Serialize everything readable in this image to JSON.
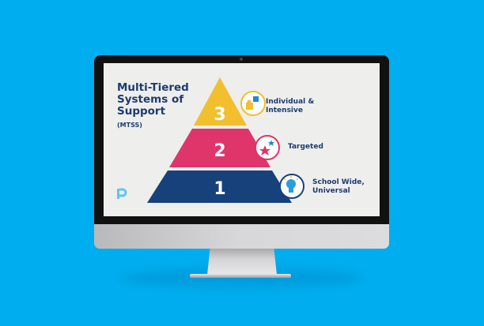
{
  "diagram": {
    "title": "Multi-Tiered Systems of Support",
    "abbreviation": "(MTSS)",
    "tiers": [
      {
        "number": "3",
        "label_line1": "Individual &",
        "label_line2": "Intensive",
        "color": "#f2bf2f",
        "icon": "puzzle-icon"
      },
      {
        "number": "2",
        "label_line1": "Targeted",
        "label_line2": "",
        "color": "#e0356b",
        "icon": "star-icon"
      },
      {
        "number": "1",
        "label_line1": "School Wide,",
        "label_line2": "Universal",
        "color": "#17417b",
        "icon": "lightbulb-icon"
      }
    ],
    "logo_color": "#5ec6ee",
    "background_color": "#00aeef"
  }
}
